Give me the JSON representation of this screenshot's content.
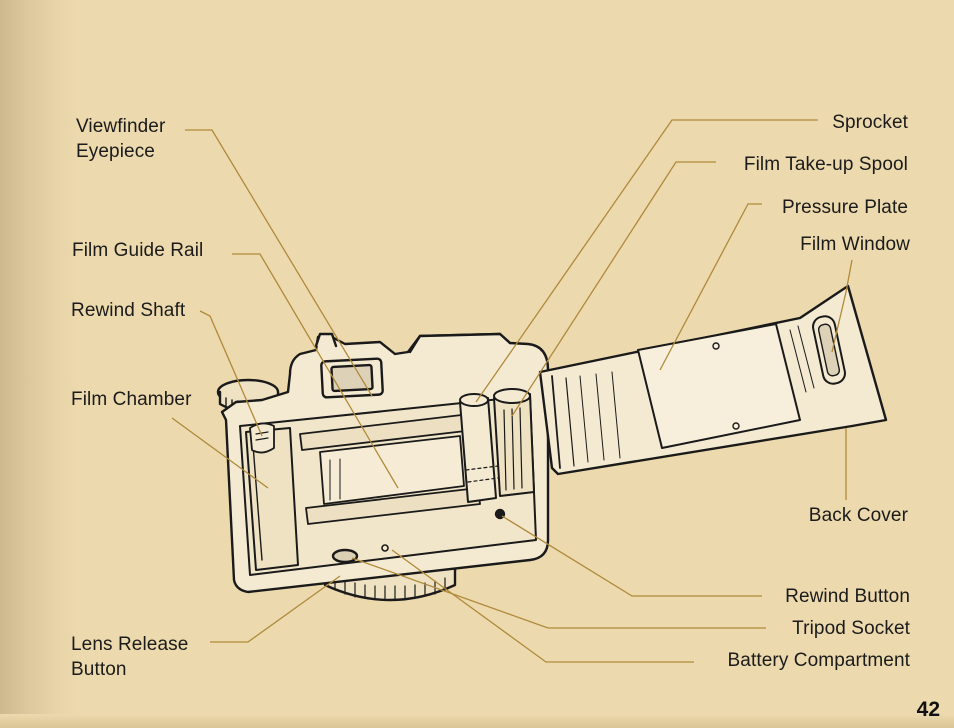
{
  "page_number": "42",
  "labels": {
    "viewfinder_line1": "Viewfinder",
    "viewfinder_line2": "Eyepiece",
    "film_guide_rail": "Film Guide Rail",
    "rewind_shaft": "Rewind Shaft",
    "film_chamber": "Film Chamber",
    "lens_release_line1": "Lens Release",
    "lens_release_line2": "Button",
    "sprocket": "Sprocket",
    "film_take_up_spool": "Film Take-up Spool",
    "pressure_plate": "Pressure Plate",
    "film_window": "Film Window",
    "back_cover": "Back Cover",
    "rewind_button": "Rewind Button",
    "tripod_socket": "Tripod Socket",
    "battery_compartment": "Battery Compartment"
  },
  "colors": {
    "page": "#ecd9ad",
    "leader": "#b08a3a",
    "ink": "#1b1b1b"
  }
}
